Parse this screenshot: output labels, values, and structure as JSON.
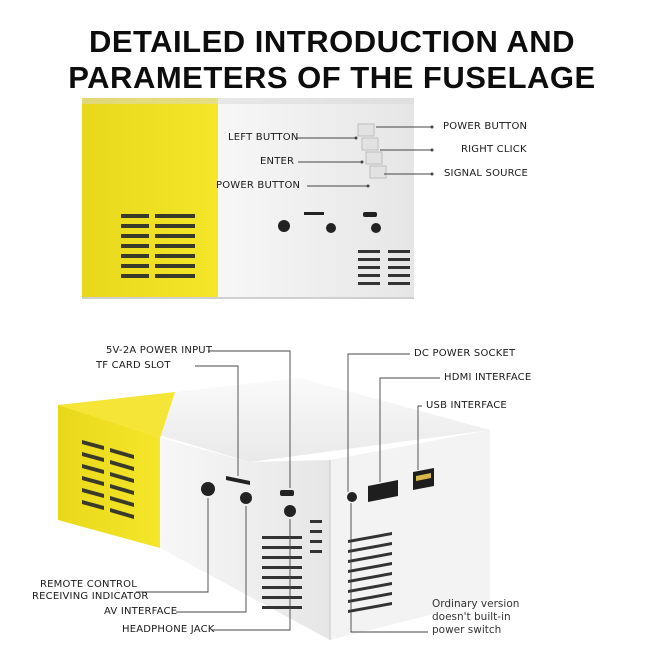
{
  "title": {
    "line1": "DETAILED INTRODUCTION AND",
    "line2": "PARAMETERS OF THE FUSELAGE"
  },
  "top_view": {
    "labels": {
      "left_button": "LEFT BUTTON",
      "enter": "ENTER",
      "power_button_left": "POWER BUTTON",
      "power_button_right": "POWER BUTTON",
      "right_click": "RIGHT CLICK",
      "signal_source": "SIGNAL SOURCE"
    }
  },
  "bottom_view": {
    "labels": {
      "power_input": "5V-2A POWER INPUT",
      "tf_card_slot": "TF CARD SLOT",
      "dc_power_socket": "DC POWER SOCKET",
      "hdmi_interface": "HDMI INTERFACE",
      "usb_interface": "USB INTERFACE",
      "remote_line1": "REMOTE CONTROL",
      "remote_line2": "RECEIVING INDICATOR",
      "av_interface": "AV INTERFACE",
      "headphone_jack": "HEADPHONE JACK"
    },
    "note": {
      "line1": "Ordinary version",
      "line2": "doesn't built-in",
      "line3": "power switch"
    }
  },
  "colors": {
    "yellow": "#f2e21c",
    "shell": "#f1f1f1",
    "vent": "#2b2b2b",
    "leader": "#333333"
  }
}
